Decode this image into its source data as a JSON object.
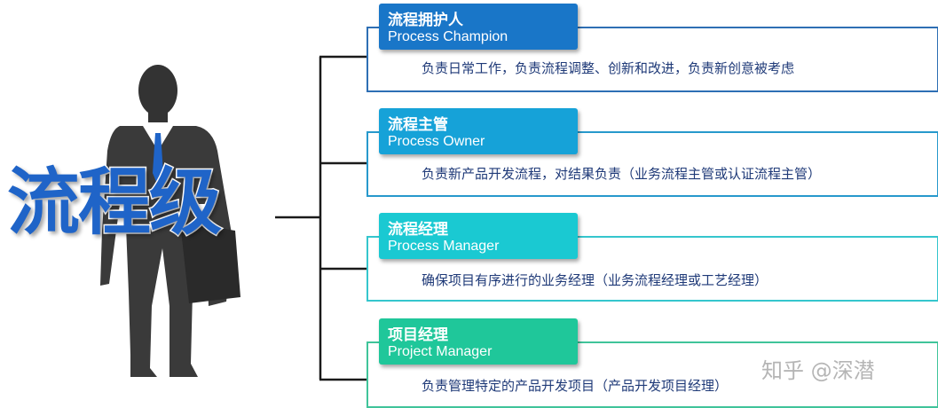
{
  "title": "流程级",
  "roles": [
    {
      "zh": "流程拥护人",
      "en": "Process Champion",
      "desc": "负责日常工作，负责流程调整、创新和改进，负责新创意被考虑",
      "color": "#1976c8",
      "border": "#2e6fb4"
    },
    {
      "zh": "流程主管",
      "en": "Process Owner",
      "desc": "负责新产品开发流程，对结果负责（业务流程主管或认证流程主管）",
      "color": "#16a2d8",
      "border": "#2799cc"
    },
    {
      "zh": "流程经理",
      "en": "Process Manager",
      "desc": "确保项目有序进行的业务经理（业务流程经理或工艺经理）",
      "color": "#1ac9d2",
      "border": "#35c6cd"
    },
    {
      "zh": "项目经理",
      "en": "Project Manager",
      "desc": "负责管理特定的产品开发项目（产品开发项目经理）",
      "color": "#1fc79a",
      "border": "#40c49a"
    }
  ],
  "watermark": "知乎 @深潜",
  "icons": {
    "figure": "businessman-silhouette-icon"
  }
}
